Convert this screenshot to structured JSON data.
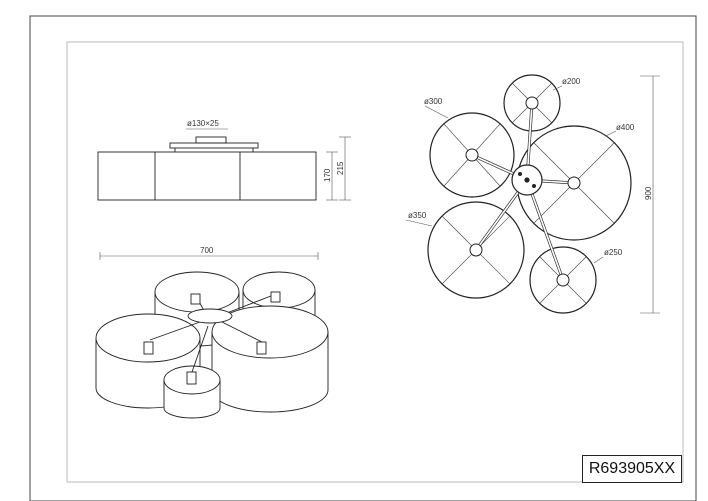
{
  "drawing": {
    "side_view": {
      "canopy_label": "ø130×25",
      "height_body": "170",
      "height_total": "215"
    },
    "perspective_view": {
      "width_label": "700"
    },
    "top_view": {
      "shades": [
        {
          "id": "s300",
          "label": "ø300"
        },
        {
          "id": "s200",
          "label": "ø200"
        },
        {
          "id": "s400",
          "label": "ø400"
        },
        {
          "id": "s350",
          "label": "ø350"
        },
        {
          "id": "s250",
          "label": "ø250"
        }
      ],
      "overall_label": "900"
    },
    "product_code": "R693905XX"
  },
  "colors": {
    "line": "#222222",
    "dim_line": "#555555",
    "frame": "#999999"
  }
}
